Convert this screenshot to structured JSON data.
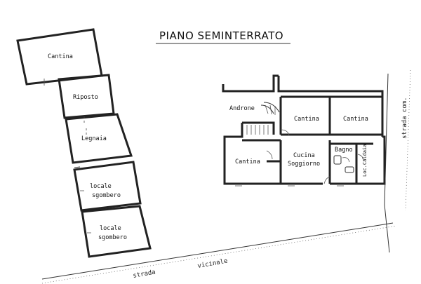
{
  "title": "PIANO SEMINTERRATO",
  "rooms": {
    "cantina_top": "Cantina",
    "riposto": "Riposto",
    "legnaia": "Legnaia",
    "locale_sgombero_1_line1": "locale",
    "locale_sgombero_1_line2": "sgombero",
    "locale_sgombero_2_line1": "locale",
    "locale_sgombero_2_line2": "sgombero",
    "androne": "Androne",
    "cantina_mid": "Cantina",
    "cantina_right": "Cantina",
    "cantina_lower": "Cantina",
    "cucina_line1": "Cucina",
    "cucina_line2": "Soggiorno",
    "bagno": "Bagno",
    "loc_caldaia": "Loc.Caldaia"
  },
  "roads": {
    "strada": "strada",
    "vicinale": "vicinale",
    "strada_com": "strada com."
  }
}
